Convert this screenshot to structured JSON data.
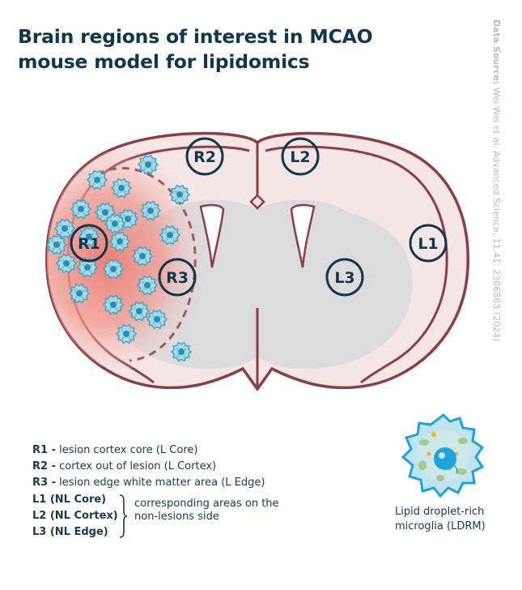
{
  "title": "Brain regions of interest in MCAO mouse model for lipidomics",
  "source": {
    "label": "Data Source:",
    "text": "Wei Wei et al. Advanced Science, 11.41: 2306863 (2024)"
  },
  "regions": [
    {
      "id": "R1"
    },
    {
      "id": "R2"
    },
    {
      "id": "R3"
    },
    {
      "id": "L1"
    },
    {
      "id": "L2"
    },
    {
      "id": "L3"
    }
  ],
  "legend": {
    "r_items": [
      {
        "code": "R1 -",
        "desc": " lesion cortex core (L Core)"
      },
      {
        "code": "R2 -",
        "desc": " cortex out of lesion (L Cortex)"
      },
      {
        "code": "R3 -",
        "desc": " lesion edge white matter area (L Edge)"
      }
    ],
    "l_items": [
      "L1 (NL Core)",
      "L2 (NL Cortex)",
      "L3 (NL Edge)"
    ],
    "l_desc": "corresponding areas on the non-lesions side"
  },
  "ldrm_label": "Lipid droplet-rich microglia (LDRM)",
  "colors": {
    "outline": "#8a3e45",
    "tissue": "#f5e6e6",
    "white_matter": "#dcdcdd",
    "lesion": "#ee8a80",
    "cell": "#9fd3e6",
    "nucleus": "#1fa3d8",
    "text": "#12364c"
  }
}
